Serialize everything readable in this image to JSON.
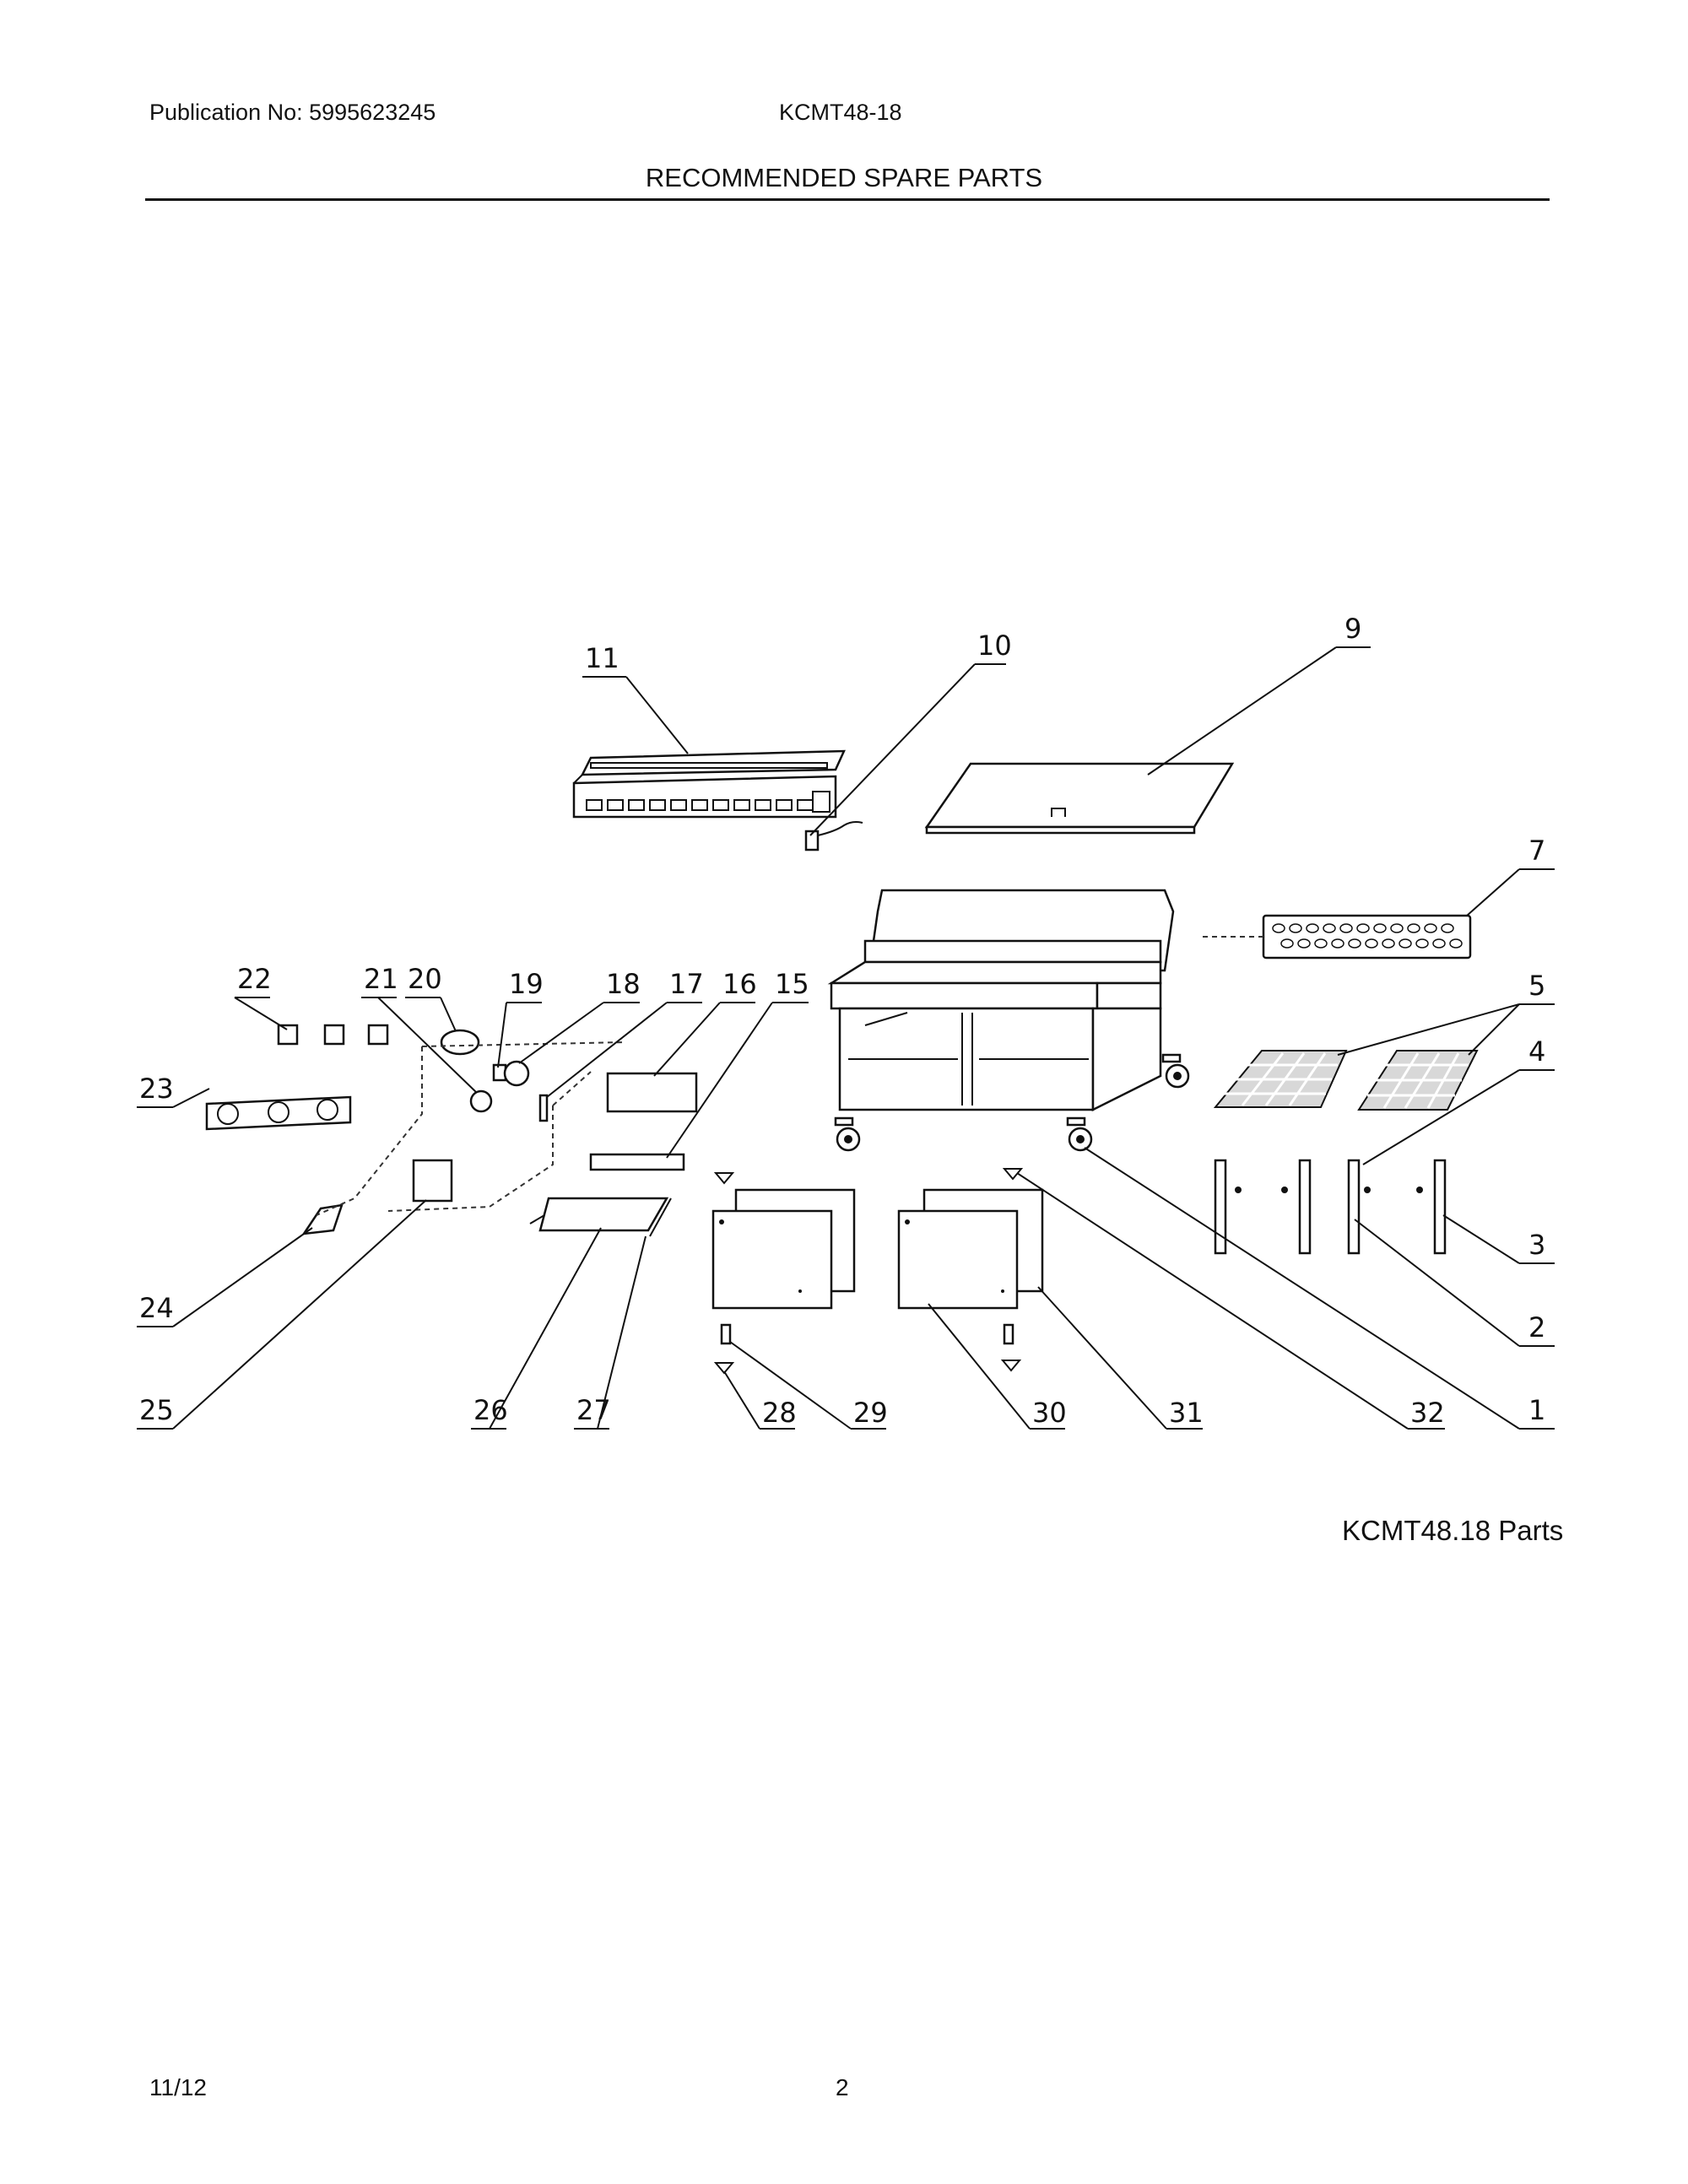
{
  "header": {
    "publication": "Publication No: 5995623245",
    "model": "KCMT48-18",
    "title": "RECOMMENDED SPARE PARTS"
  },
  "diagram": {
    "caption": "KCMT48.18 Parts",
    "callouts": [
      "1",
      "2",
      "3",
      "4",
      "5",
      "7",
      "9",
      "10",
      "11",
      "15",
      "16",
      "17",
      "18",
      "19",
      "20",
      "21",
      "22",
      "23",
      "24",
      "25",
      "26",
      "27",
      "28",
      "29",
      "30",
      "31",
      "32"
    ]
  },
  "footer": {
    "date": "11/12",
    "page": "2"
  }
}
